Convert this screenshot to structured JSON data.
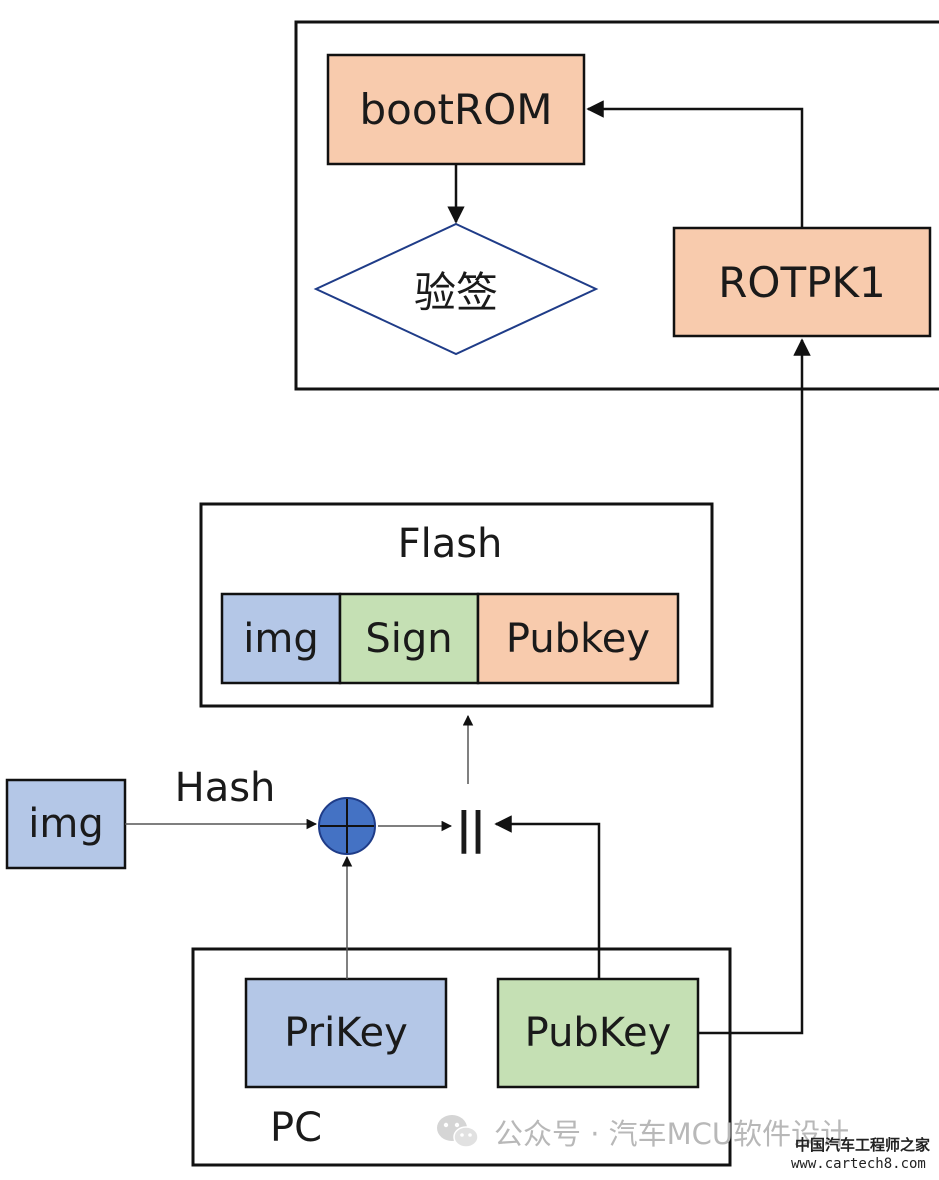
{
  "top_group": {
    "bootrom_label": "bootROM",
    "verify_label": "验签",
    "rotpk_label": "ROTPK1"
  },
  "flash_group": {
    "title": "Flash",
    "segments": [
      "img",
      "Sign",
      "Pubkey"
    ]
  },
  "input": {
    "img_label": "img",
    "hash_label": "Hash",
    "concat_symbol": "||"
  },
  "pc_group": {
    "title": "PC",
    "prikey_label": "PriKey",
    "pubkey_label": "PubKey"
  },
  "watermark": {
    "account_text": "公众号 · 汽车MCU软件设计",
    "site_name": "中国汽车工程师之家",
    "site_url": "www.cartech8.com"
  },
  "colors": {
    "orange_fill": "#f8cbad",
    "blue_fill": "#b4c7e7",
    "green_fill": "#c5e0b4",
    "xor_fill": "#4472c4"
  }
}
